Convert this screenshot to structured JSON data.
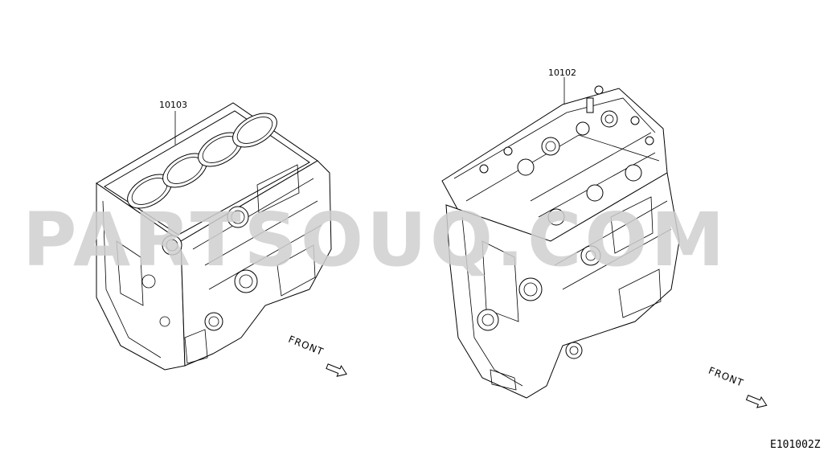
{
  "diagram": {
    "parts": [
      {
        "id": "short-block",
        "number": "10103"
      },
      {
        "id": "long-block",
        "number": "10102"
      }
    ],
    "orientation_label": "FRONT",
    "diagram_code": "E101002Z",
    "watermark": "PARTSOUQ.COM"
  }
}
